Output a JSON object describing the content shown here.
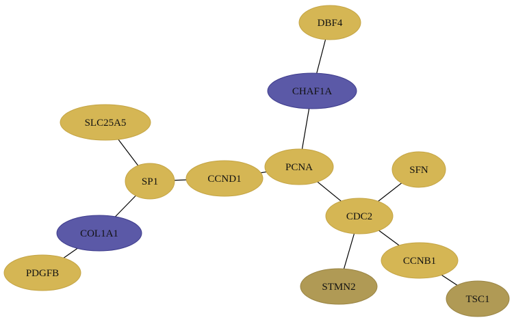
{
  "diagram": {
    "type": "network",
    "colors": {
      "gold": "#d5b654",
      "gold_stroke": "#c4a444",
      "navy": "#5b59a7",
      "navy_stroke": "#3e3c8c",
      "olive": "#b09a55",
      "olive_stroke": "#998444",
      "edge": "#000000"
    },
    "nodes": [
      {
        "id": "DBF4",
        "label": "DBF4",
        "color": "gold"
      },
      {
        "id": "CHAF1A",
        "label": "CHAF1A",
        "color": "navy"
      },
      {
        "id": "SLC25A5",
        "label": "SLC25A5",
        "color": "gold"
      },
      {
        "id": "SP1",
        "label": "SP1",
        "color": "gold"
      },
      {
        "id": "CCND1",
        "label": "CCND1",
        "color": "gold"
      },
      {
        "id": "PCNA",
        "label": "PCNA",
        "color": "gold"
      },
      {
        "id": "SFN",
        "label": "SFN",
        "color": "gold"
      },
      {
        "id": "CDC2",
        "label": "CDC2",
        "color": "gold"
      },
      {
        "id": "COL1A1",
        "label": "COL1A1",
        "color": "navy"
      },
      {
        "id": "PDGFB",
        "label": "PDGFB",
        "color": "gold"
      },
      {
        "id": "CCNB1",
        "label": "CCNB1",
        "color": "gold"
      },
      {
        "id": "STMN2",
        "label": "STMN2",
        "color": "olive"
      },
      {
        "id": "TSC1",
        "label": "TSC1",
        "color": "olive"
      }
    ],
    "edges": [
      [
        "DBF4",
        "CHAF1A"
      ],
      [
        "CHAF1A",
        "PCNA"
      ],
      [
        "SLC25A5",
        "SP1"
      ],
      [
        "SP1",
        "CCND1"
      ],
      [
        "SP1",
        "COL1A1"
      ],
      [
        "COL1A1",
        "PDGFB"
      ],
      [
        "CCND1",
        "PCNA"
      ],
      [
        "PCNA",
        "CDC2"
      ],
      [
        "SFN",
        "CDC2"
      ],
      [
        "CDC2",
        "STMN2"
      ],
      [
        "CDC2",
        "CCNB1"
      ],
      [
        "CCNB1",
        "TSC1"
      ]
    ]
  }
}
